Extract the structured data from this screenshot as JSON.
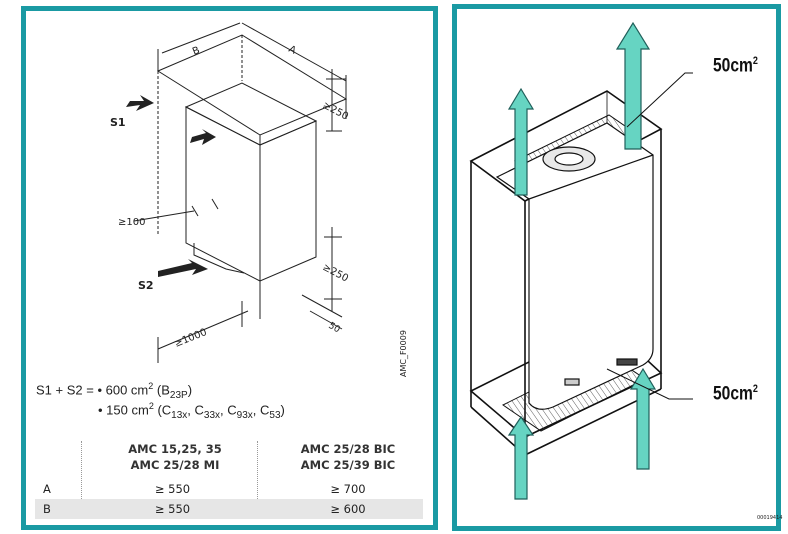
{
  "left_panel": {
    "dim_labels": {
      "b": "B",
      "a": "A",
      "top_clear": "≥250",
      "bottom_clear": "≥250",
      "side_clear": "≥100",
      "small_dim": "50",
      "front_clear": "≥1000",
      "s1": "S1",
      "s2": "S2"
    },
    "figure_code": "AMC_F0009",
    "equation": {
      "lhs": "S1 + S2 =",
      "line1_value": "600 cm",
      "line1_note": "B",
      "line1_sub": "23P",
      "line2_value": "150 cm",
      "line2_notes": [
        "C",
        "13x",
        "C",
        "33x",
        "C",
        "93x",
        "C",
        "53"
      ]
    },
    "table": {
      "col1_header_line1": "AMC 15,25, 35",
      "col1_header_line2": "AMC 25/28 MI",
      "col2_header_line1": "AMC 25/28 BIC",
      "col2_header_line2": "AMC 25/39 BIC",
      "rows": [
        {
          "label": "A",
          "col1": "≥ 550",
          "col2": "≥ 700"
        },
        {
          "label": "B",
          "col1": "≥ 550",
          "col2": "≥ 600"
        }
      ]
    }
  },
  "right_panel": {
    "top_vent_label": "50cm",
    "bottom_vent_label": "50cm",
    "unit_sup": "2",
    "corner_code": "00019414"
  },
  "colors": {
    "frame": "#1a9aa3",
    "arrow": "#66d4c2",
    "arrow_dark": "#1f5f5a"
  }
}
